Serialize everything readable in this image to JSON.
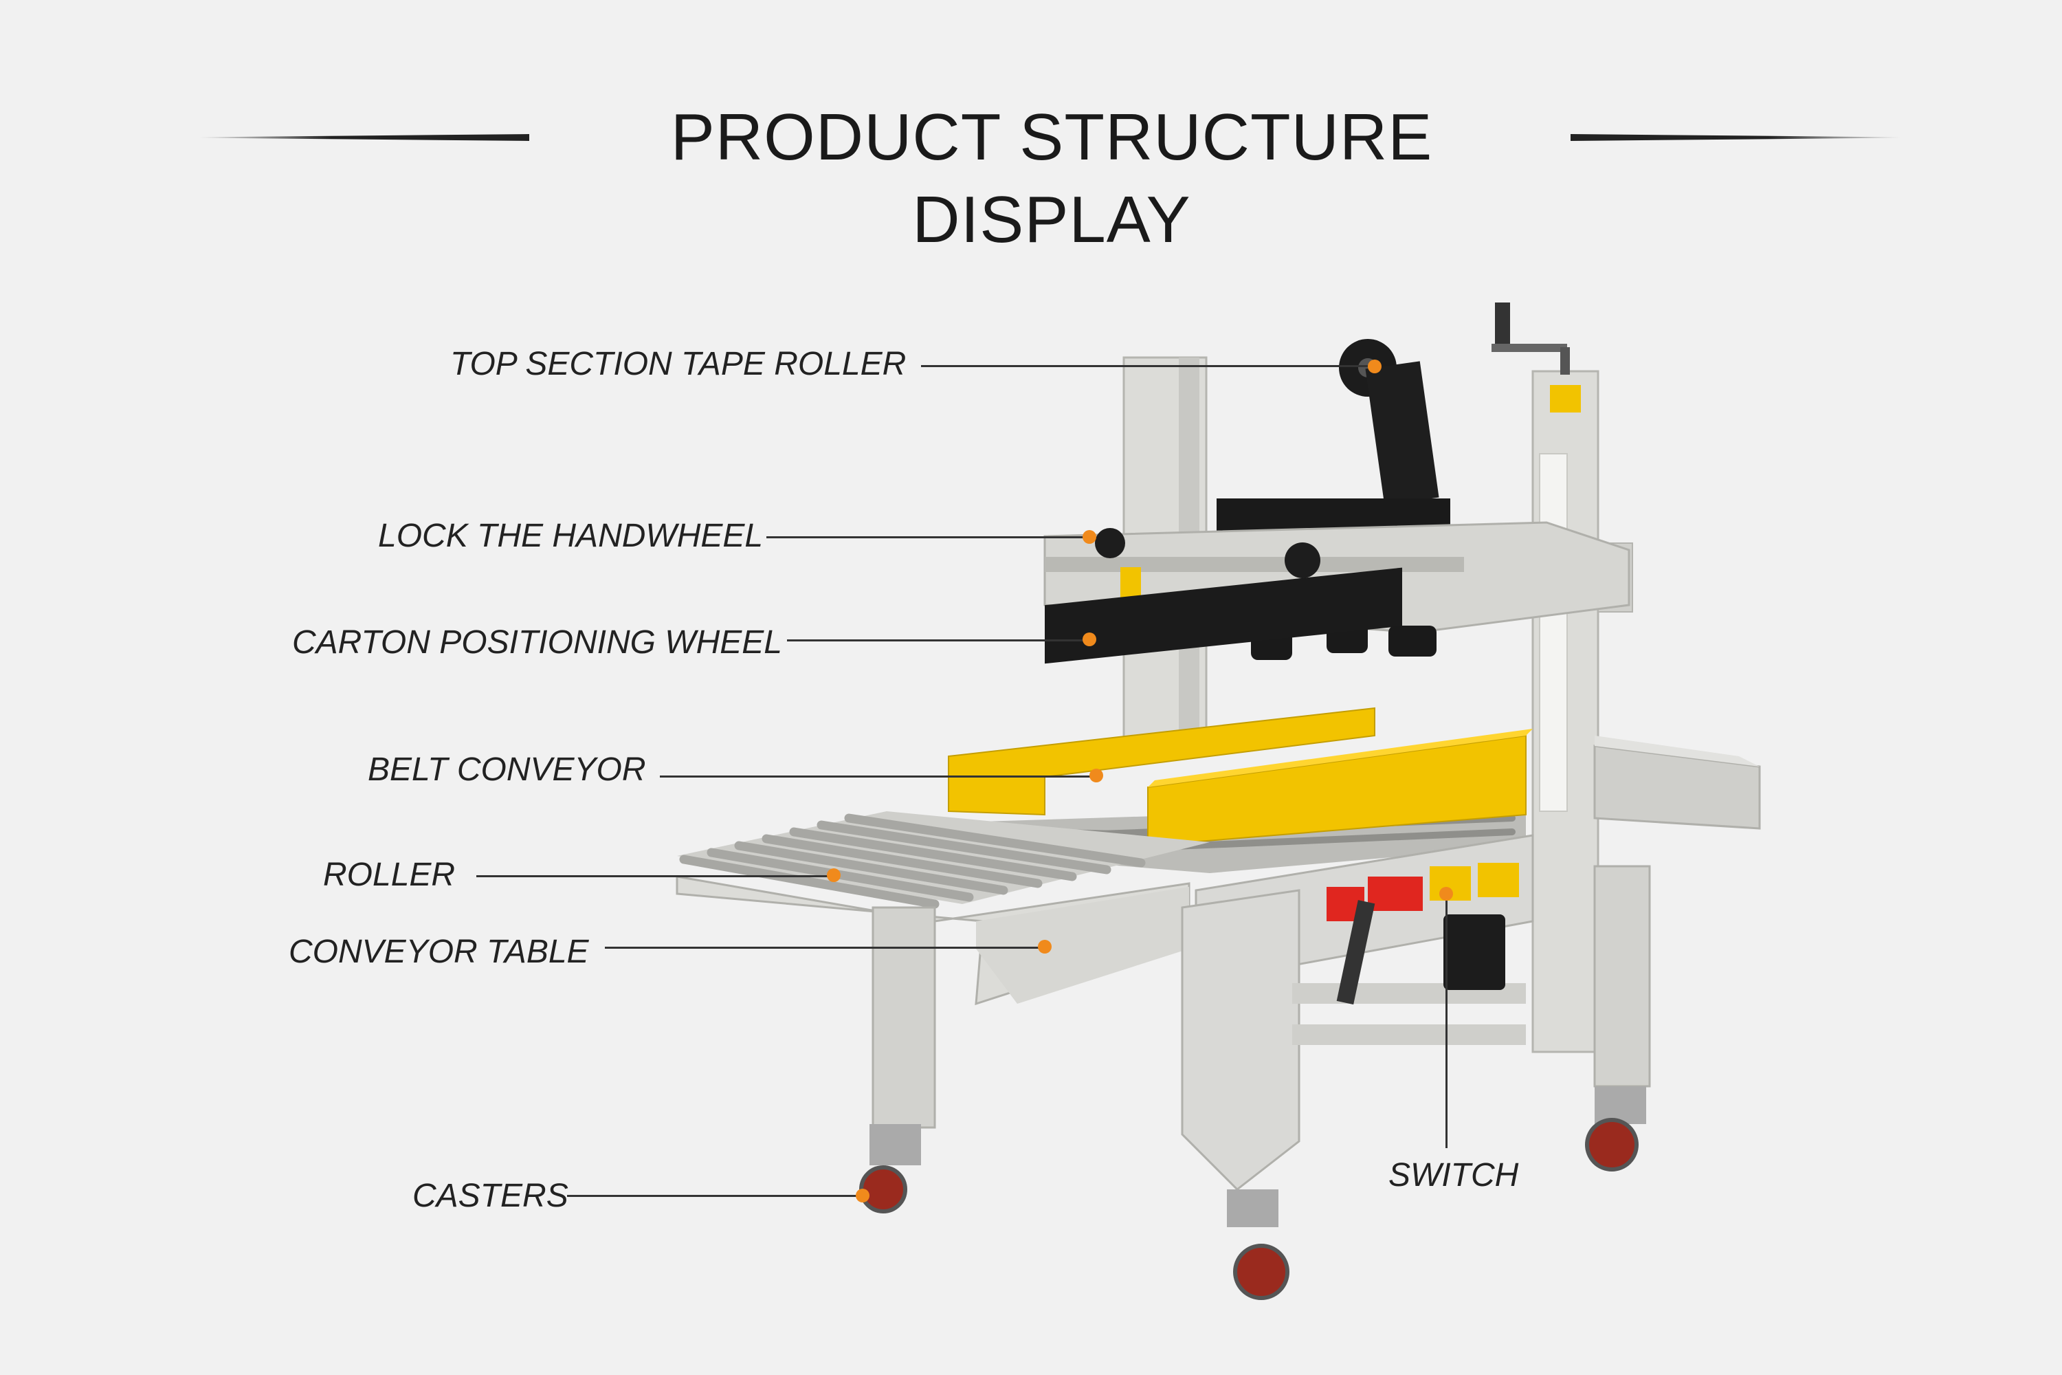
{
  "title": "PRODUCT STRUCTURE DISPLAY",
  "labels": {
    "top_tape_roller": "TOP SECTION TAPE ROLLER",
    "lock_handwheel": "LOCK THE HANDWHEEL",
    "positioning_wheel": "CARTON POSITIONING WHEEL",
    "belt_conveyor": "BELT CONVEYOR",
    "roller": "ROLLER",
    "conveyor_table": "CONVEYOR TABLE",
    "casters": "CASTERS",
    "switch": "SWITCH"
  },
  "colors": {
    "background": "#f1f1f1",
    "accent_dot": "#f08a1c",
    "machine_yellow": "#f2c300",
    "machine_gray": "#d9d9d6"
  }
}
